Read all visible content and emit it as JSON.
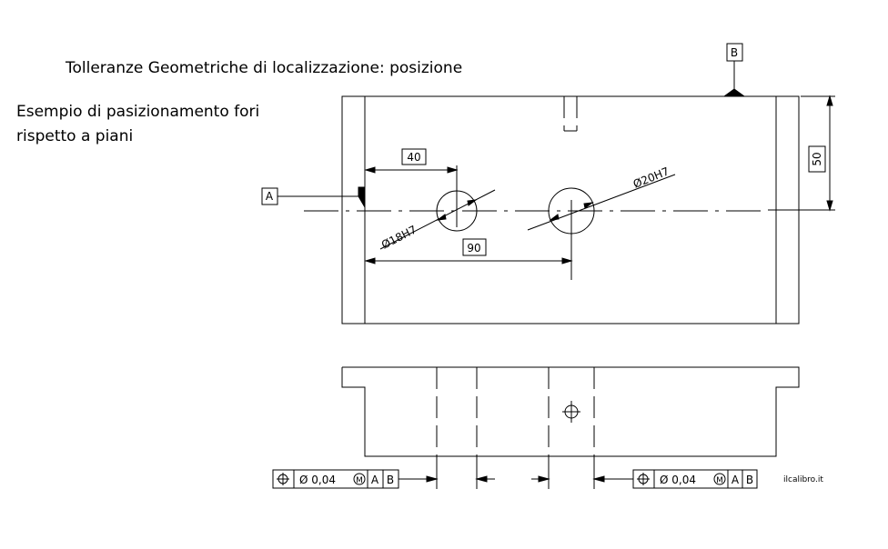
{
  "title": "Tolleranze Geometriche di localizzazione: posizione",
  "caption": {
    "line1": "Esempio di pasizionamento fori",
    "line2": "rispetto a piani"
  },
  "datums": {
    "a": "A",
    "b": "B"
  },
  "dimensions": {
    "d40": "40",
    "d90": "90",
    "d50": "50",
    "hole_small": "Ø18H7",
    "hole_large": "Ø20H7"
  },
  "feature_control_frames": {
    "left": {
      "symbol": "position-icon",
      "tolerance": "Ø 0,04",
      "modifier": "M",
      "datum1": "A",
      "datum2": "B"
    },
    "right": {
      "symbol": "position-icon",
      "tolerance": "Ø 0,04",
      "modifier": "M",
      "datum1": "A",
      "datum2": "B"
    }
  },
  "credit": "ilcalibro.it"
}
